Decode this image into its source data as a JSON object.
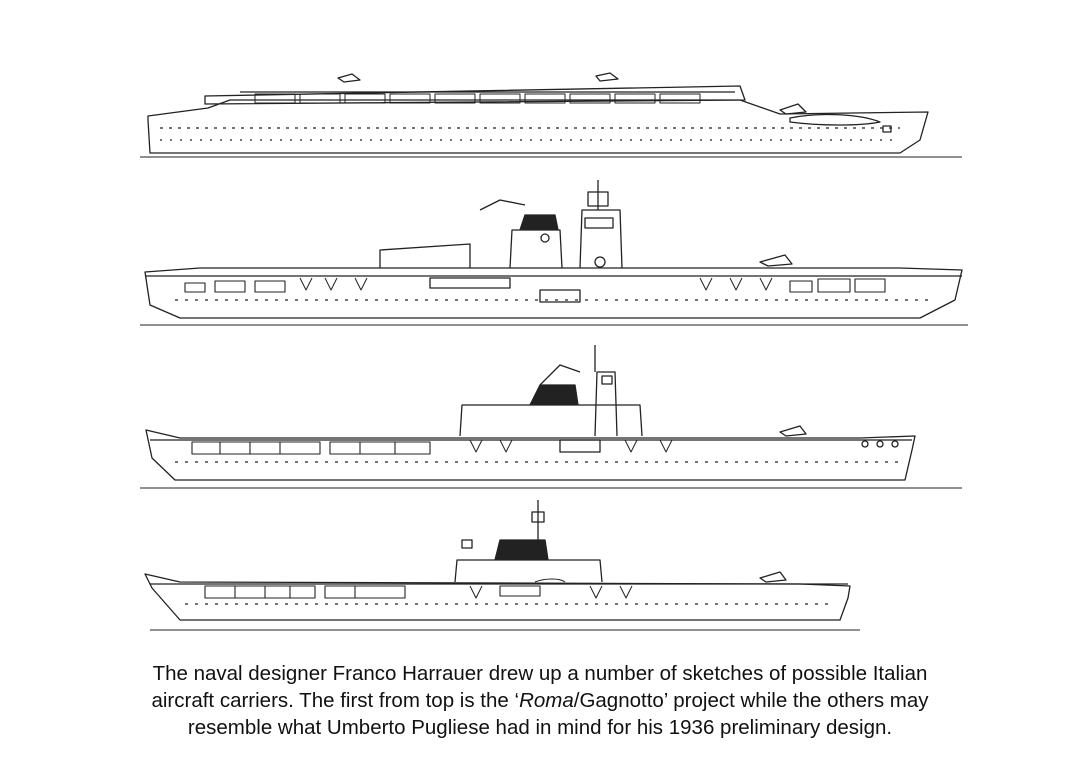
{
  "caption": {
    "part1": "The naval designer Franco Harrauer drew up a number of sketches of possible Italian aircraft carriers. The first from top is the ‘",
    "italic": "Roma",
    "part2": "/Gagnotto’ project while the others may resemble what Umberto Pugliese had in mind for his 1936 preliminary design."
  }
}
